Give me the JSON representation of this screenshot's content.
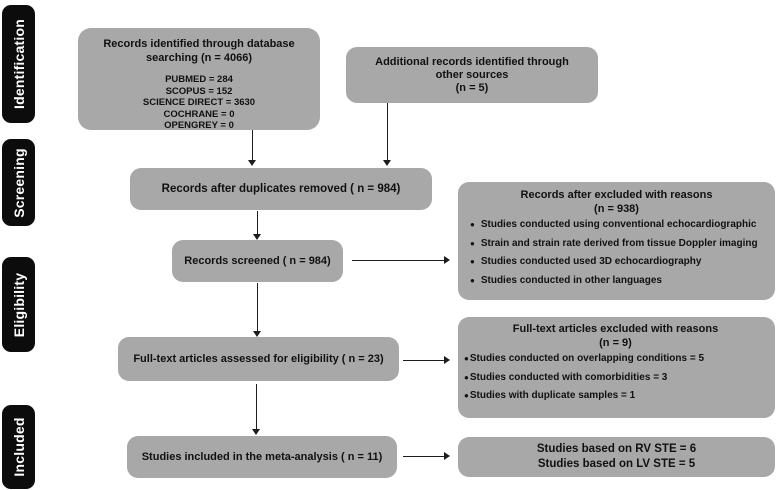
{
  "bullet": "●",
  "stages": [
    {
      "label": "Identification"
    },
    {
      "label": "Screening"
    },
    {
      "label": "Eligibility"
    },
    {
      "label": "Included"
    }
  ],
  "boxes": {
    "database_search": {
      "title": "Records identified through database searching (n = 4066)",
      "sources": [
        "PUBMED = 284",
        "SCOPUS = 152",
        "SCIENCE DIRECT = 3630",
        "COCHRANE = 0",
        "OPENGREY = 0"
      ]
    },
    "other_sources": {
      "title": "Additional records identified through other sources",
      "count": "(n = 5)"
    },
    "duplicates_removed": {
      "title": "Records after duplicates removed ( n = 984)"
    },
    "records_screened": {
      "title": "Records screened ( n = 984)"
    },
    "fulltext_assessed": {
      "title": "Full-text articles assessed for eligibility ( n = 23)"
    },
    "studies_included": {
      "title": "Studies included in the meta-analysis ( n = 11)"
    },
    "excluded_screening": {
      "title": "Records after excluded with reasons",
      "count": "(n = 938)",
      "items": [
        "Studies conducted using conventional echocardiographic",
        "Strain and strain rate derived from tissue Doppler imaging",
        "Studies conducted used 3D echocardiography",
        "Studies conducted in other languages"
      ]
    },
    "excluded_fulltext": {
      "title": "Full-text articles excluded with reasons",
      "count": "(n = 9)",
      "items": [
        "Studies conducted on overlapping conditions = 5",
        "Studies conducted with comorbidities = 3",
        "Studies with duplicate samples = 1"
      ]
    },
    "ste_results": {
      "lines": [
        "Studies based on RV STE = 6",
        "Studies based on LV STE = 5"
      ]
    }
  }
}
